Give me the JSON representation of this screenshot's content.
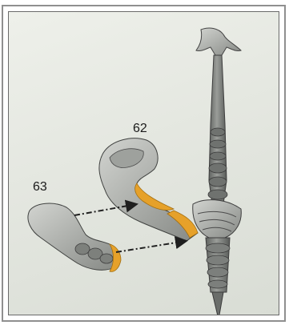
{
  "labels": {
    "part_62": "62",
    "part_63": "63"
  },
  "colors": {
    "metal": "#7d807e",
    "metal_light": "#b7bab6",
    "accent_orange": "#e6a12a",
    "arrow": "#2a2a2a",
    "background": "#e4e7e0"
  },
  "icons": {
    "arrow_style": "dash-dot-arrow"
  }
}
